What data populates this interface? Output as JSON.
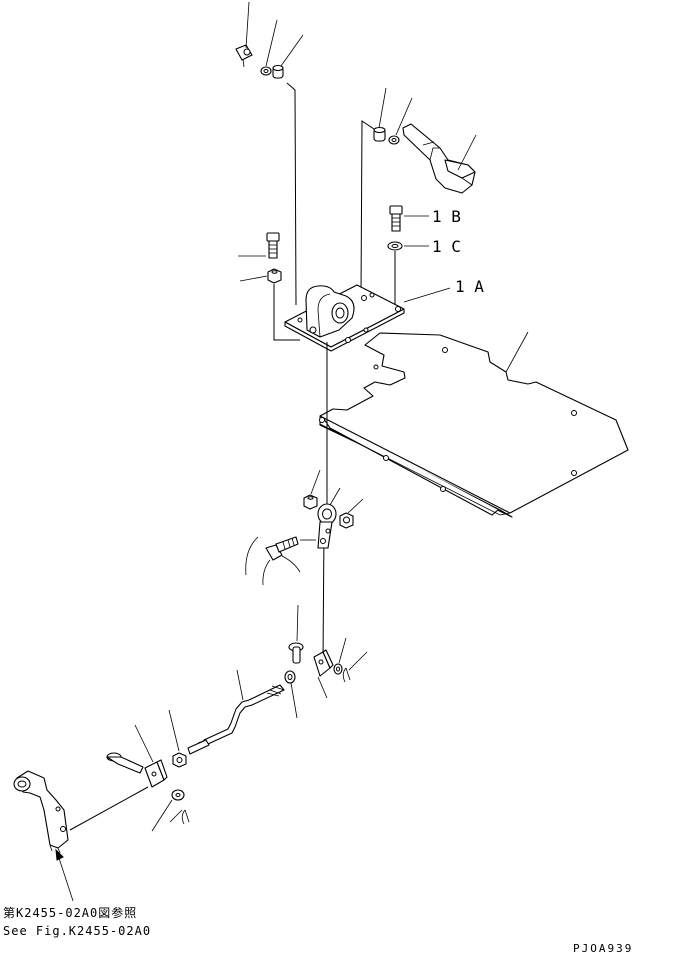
{
  "labels": {
    "part_1A": "1 A",
    "part_1B": "1 B",
    "part_1C": "1 C"
  },
  "references": {
    "jp": "第K2455-02A0図参照",
    "en": "See Fig.K2455-02A0"
  },
  "drawing_code": "PJOA939"
}
